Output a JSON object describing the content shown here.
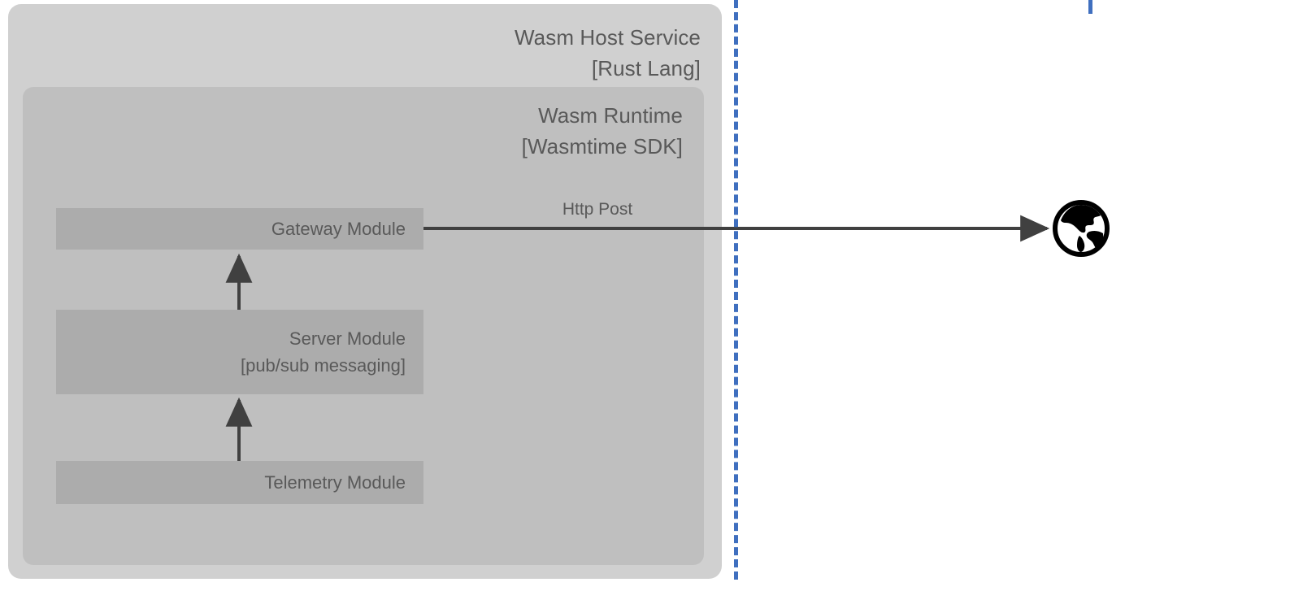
{
  "diagram": {
    "type": "architecture-block-diagram",
    "background": "#ffffff",
    "colors": {
      "host_service_fill": "#d0d0d0",
      "runtime_fill": "#bfbfbf",
      "module_fill": "#acacac",
      "text": "#595959",
      "arrow": "#404040",
      "boundary_dashed": "#3f6fbf",
      "globe": "#000000"
    }
  },
  "host_service": {
    "title": "Wasm Host Service",
    "subtitle": "[Rust Lang]"
  },
  "runtime": {
    "title": "Wasm Runtime",
    "subtitle": "[Wasmtime SDK]"
  },
  "modules": [
    {
      "id": "gateway",
      "title": "Gateway Module",
      "subtitle": ""
    },
    {
      "id": "server",
      "title": "Server Module",
      "subtitle": "[pub/sub messaging]"
    },
    {
      "id": "telemetry",
      "title": "Telemetry Module",
      "subtitle": ""
    }
  ],
  "edges": [
    {
      "id": "telemetry-to-server",
      "label": "",
      "from": "Telemetry Module",
      "to": "Server Module",
      "direction": "up"
    },
    {
      "id": "server-to-gateway",
      "label": "",
      "from": "Server Module",
      "to": "Gateway Module",
      "direction": "up"
    },
    {
      "id": "gateway-to-internet",
      "label": "Http Post",
      "from": "Gateway Module",
      "to": "Internet",
      "direction": "right"
    }
  ],
  "external": {
    "internet_icon": "globe-icon"
  },
  "boundary": {
    "style": "dashed",
    "orientation": "vertical",
    "color": "#3f6fbf"
  }
}
